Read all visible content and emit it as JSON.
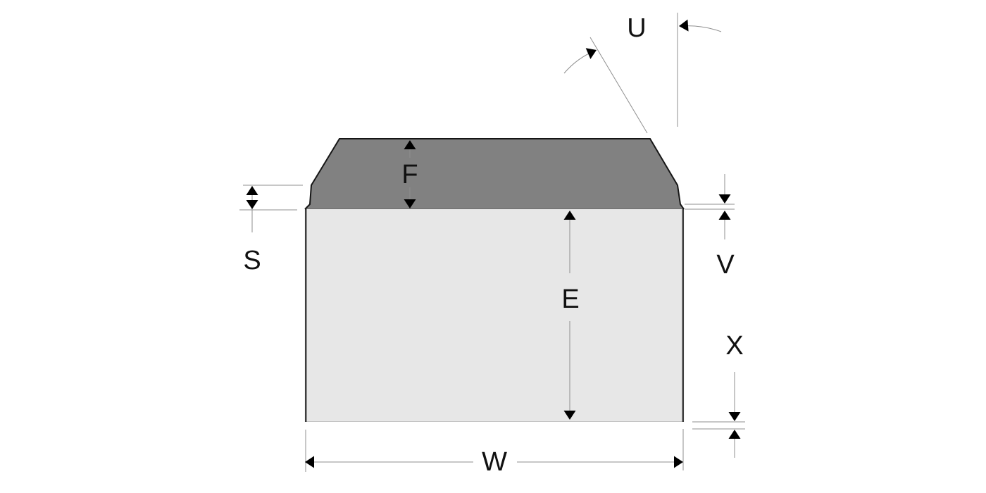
{
  "labels": {
    "u": "U",
    "f": "F",
    "s": "S",
    "v": "V",
    "e": "E",
    "x": "X",
    "w": "W"
  },
  "colors": {
    "background": "#ffffff",
    "tread_fill": "#818181",
    "body_fill": "#e7e7e7",
    "outline": "#161616",
    "edge_stroke": "#3d3d3d",
    "seam_line": "#6f6f6f",
    "bottom_edge": "#c4c4c4",
    "dim_line": "#8f8f8f",
    "arrow": "#000000",
    "label_text": "#111111"
  }
}
